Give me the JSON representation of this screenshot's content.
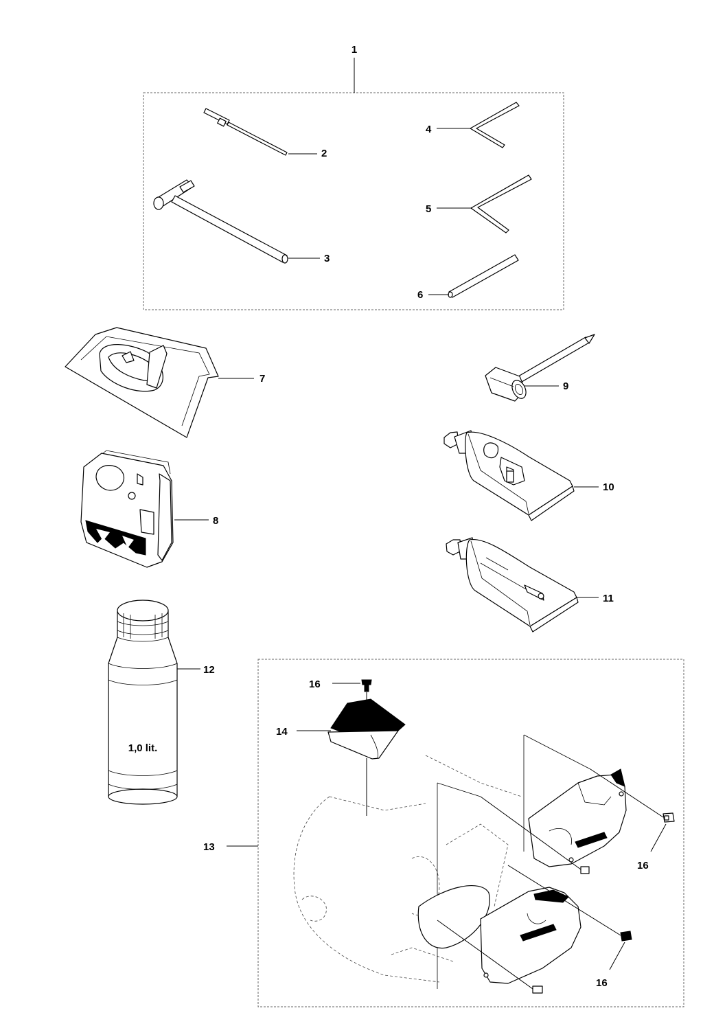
{
  "callouts": [
    {
      "id": "c1",
      "text": "1"
    },
    {
      "id": "c2",
      "text": "2"
    },
    {
      "id": "c3",
      "text": "3"
    },
    {
      "id": "c4",
      "text": "4"
    },
    {
      "id": "c5",
      "text": "5"
    },
    {
      "id": "c6",
      "text": "6"
    },
    {
      "id": "c7",
      "text": "7"
    },
    {
      "id": "c8",
      "text": "8"
    },
    {
      "id": "c9",
      "text": "9"
    },
    {
      "id": "c10",
      "text": "10"
    },
    {
      "id": "c11",
      "text": "11"
    },
    {
      "id": "c12",
      "text": "12"
    },
    {
      "id": "c13",
      "text": "13"
    },
    {
      "id": "c14",
      "text": "14"
    },
    {
      "id": "c16a",
      "text": "16"
    },
    {
      "id": "c16b",
      "text": "16"
    },
    {
      "id": "c16c",
      "text": "16"
    }
  ],
  "bottle_label": "1,0 lit."
}
